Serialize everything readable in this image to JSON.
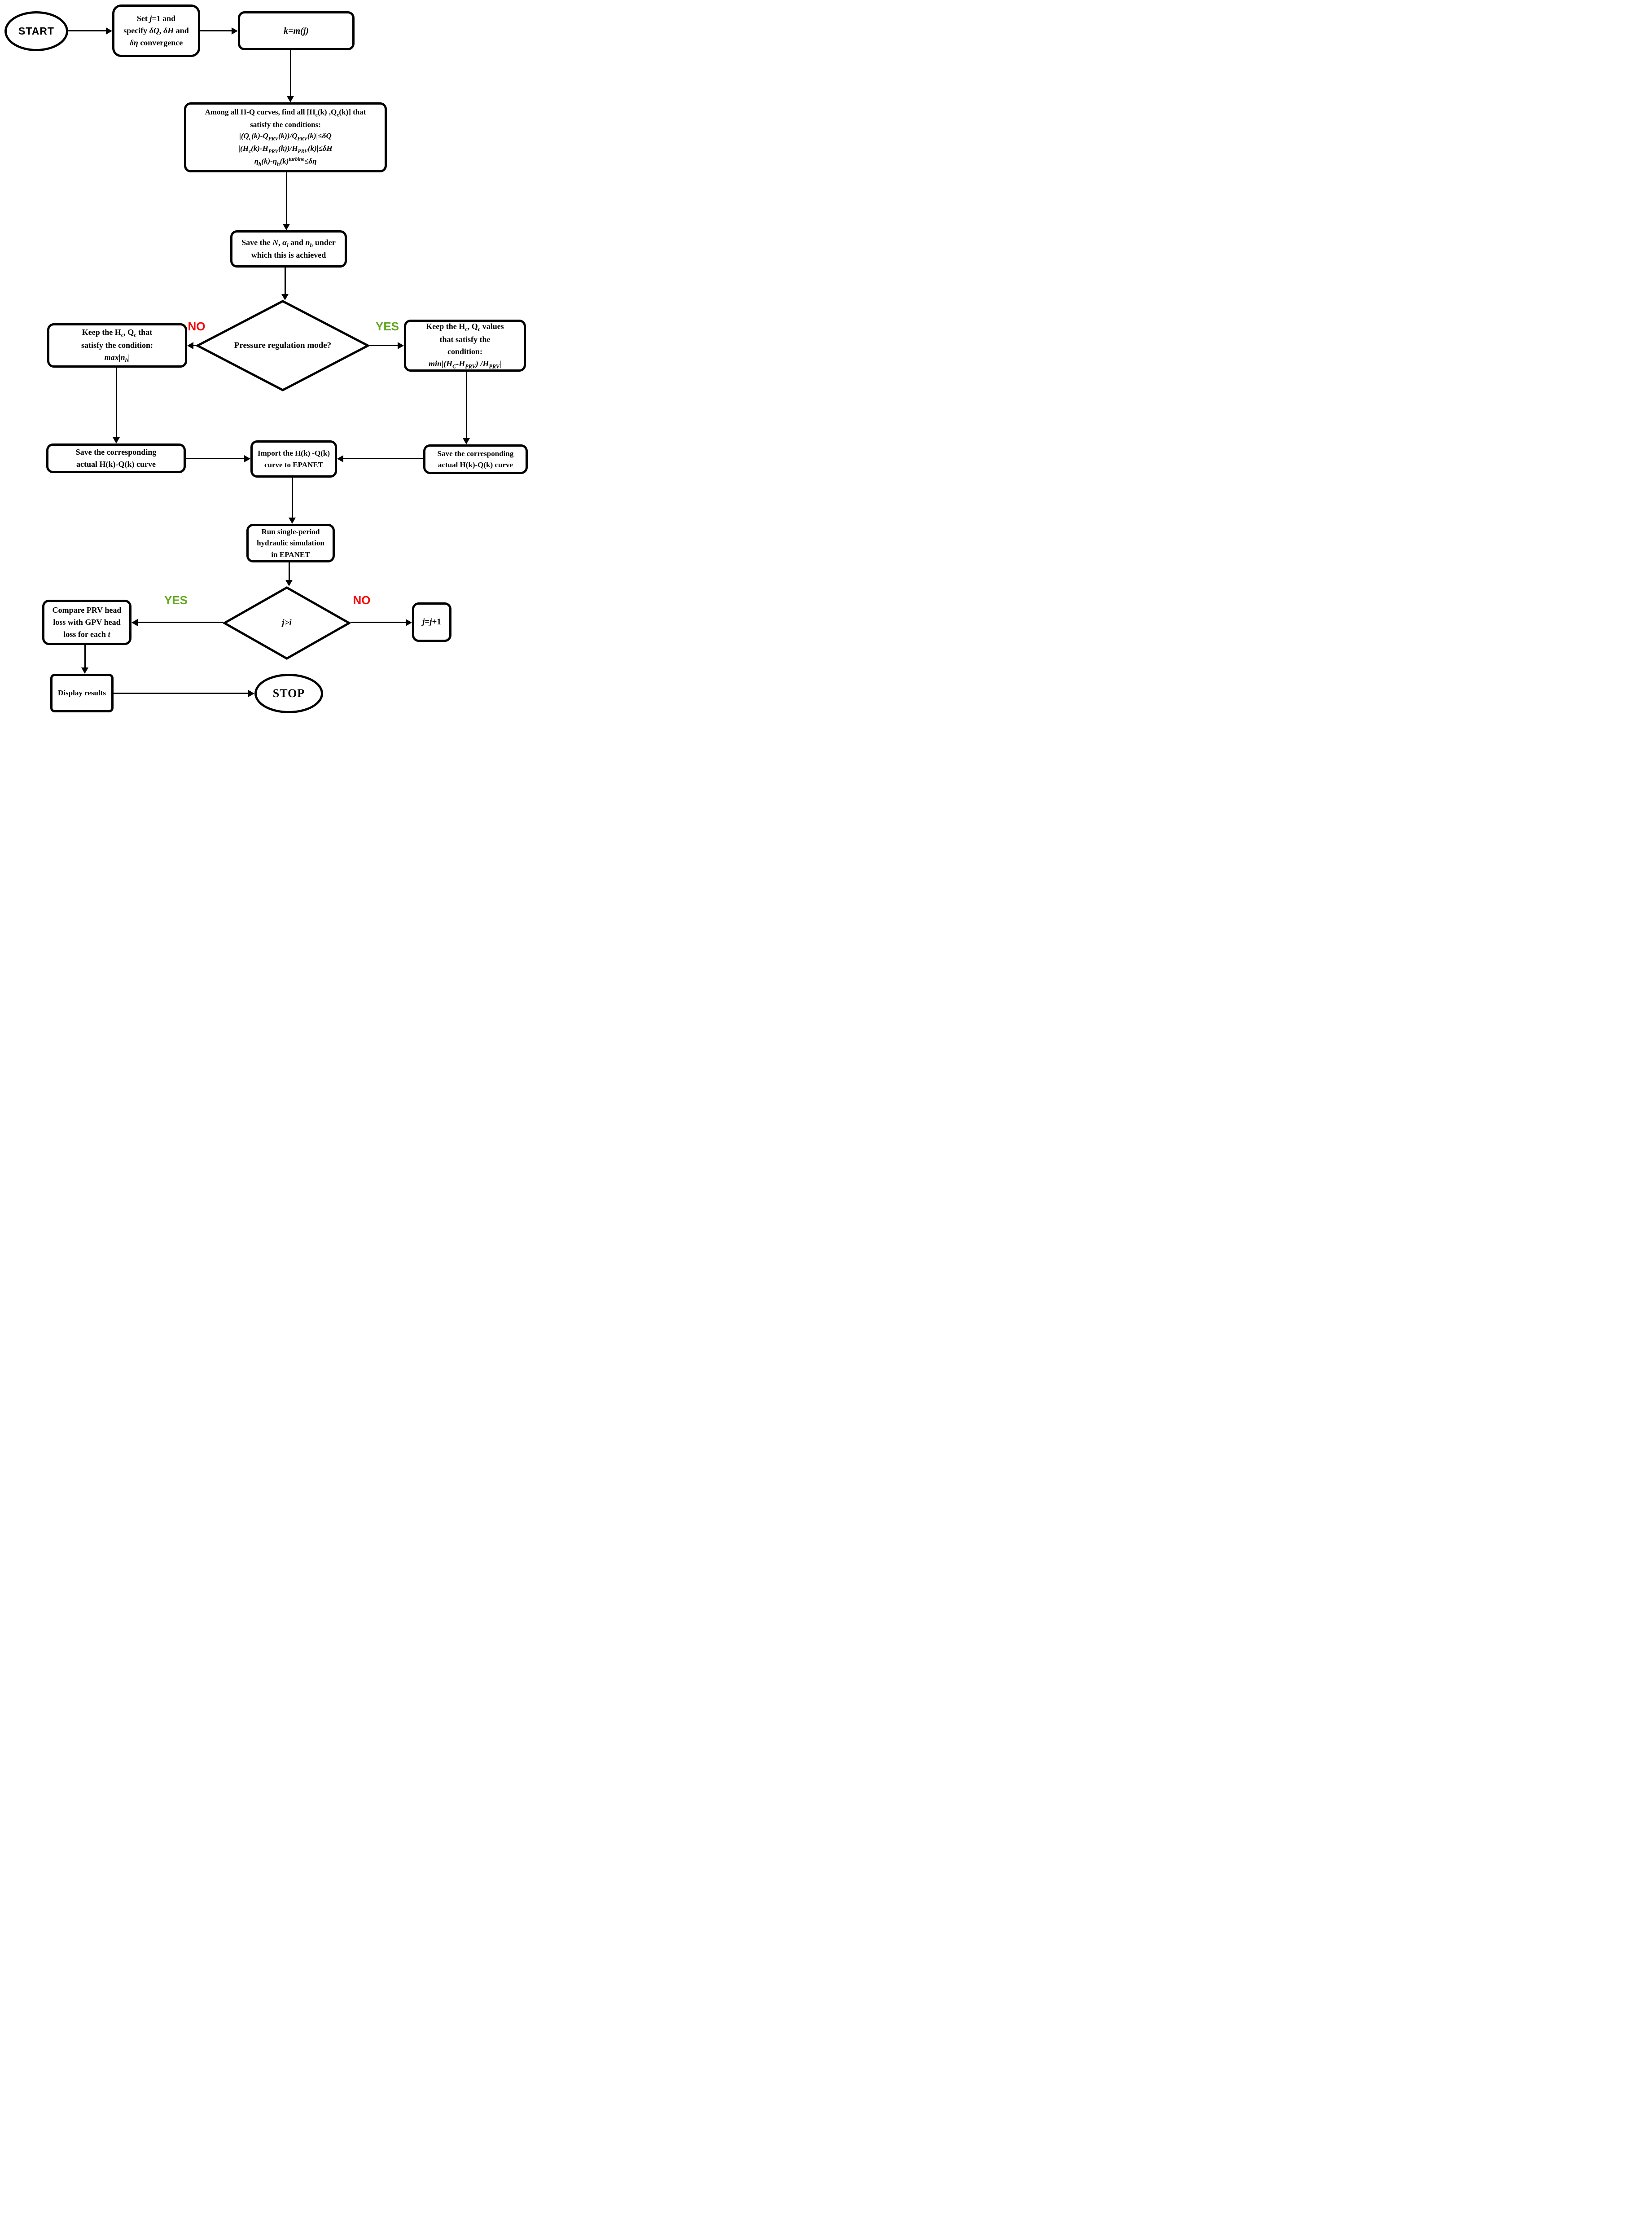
{
  "colors": {
    "line": "#000000",
    "yes": "#63a71f",
    "no": "#f70505",
    "box_fill": "#ffffff",
    "text": "#000000"
  },
  "labels": {
    "yes": "YES",
    "no": "NO"
  },
  "nodes": {
    "start": {
      "label": "START"
    },
    "stop": {
      "label": "STOP"
    },
    "set_j": {
      "rich": [
        [
          {
            "t": "Set "
          },
          {
            "t": "j",
            "s": "i"
          },
          {
            "t": "=1 and"
          }
        ],
        [
          {
            "t": "specify "
          },
          {
            "t": "δQ",
            "s": "i"
          },
          {
            "t": ", "
          },
          {
            "t": "δH",
            "s": "i"
          },
          {
            "t": " and"
          }
        ],
        [
          {
            "t": "δη",
            "s": "i"
          },
          {
            "t": " convergence"
          }
        ]
      ]
    },
    "k_eq_mj": {
      "rich": [
        [
          {
            "t": "k=m(j)",
            "s": "i"
          }
        ]
      ]
    },
    "conditions": {
      "rich": [
        [
          {
            "t": "Among all H-Q curves, find all [H"
          },
          {
            "t": "c",
            "s": "sub"
          },
          {
            "t": "(k) ,Q"
          },
          {
            "t": "c",
            "s": "sub"
          },
          {
            "t": "(k)] that"
          }
        ],
        [
          {
            "t": "satisfy the conditions:"
          }
        ],
        [
          {
            "t": "|(Q",
            "s": "i"
          },
          {
            "t": "c",
            "s": "subi"
          },
          {
            "t": "(k)-Q",
            "s": "i"
          },
          {
            "t": "PRV",
            "s": "subi"
          },
          {
            "t": "(k))/Q",
            "s": "i"
          },
          {
            "t": "PRV",
            "s": "subi"
          },
          {
            "t": "(k)|≤δQ",
            "s": "i"
          }
        ],
        [
          {
            "t": "|(H",
            "s": "i"
          },
          {
            "t": "c",
            "s": "subi"
          },
          {
            "t": "(k)-H",
            "s": "i"
          },
          {
            "t": "PRV",
            "s": "subi"
          },
          {
            "t": "(k))/H",
            "s": "i"
          },
          {
            "t": "PRV",
            "s": "subi"
          },
          {
            "t": "(k)|≤δH",
            "s": "i"
          }
        ],
        [
          {
            "t": "η",
            "s": "i"
          },
          {
            "t": "h",
            "s": "subi"
          },
          {
            "t": "(k)-η",
            "s": "i"
          },
          {
            "t": "h",
            "s": "subi"
          },
          {
            "t": "(k)",
            "s": "i"
          },
          {
            "t": "turbine",
            "s": "supi"
          },
          {
            "t": "≤δη",
            "s": "i"
          }
        ]
      ]
    },
    "save_n": {
      "rich": [
        [
          {
            "t": "Save the "
          },
          {
            "t": "N",
            "s": "i"
          },
          {
            "t": ", "
          },
          {
            "t": "α",
            "s": "i"
          },
          {
            "t": "i",
            "s": "subi"
          },
          {
            "t": " and "
          },
          {
            "t": "n",
            "s": "i"
          },
          {
            "t": "h",
            "s": "subi"
          },
          {
            "t": " under"
          }
        ],
        [
          {
            "t": "which this is achieved"
          }
        ]
      ]
    },
    "pressure_mode": {
      "rich": [
        [
          {
            "t": "Pressure regulation mode?"
          }
        ]
      ]
    },
    "keep_left": {
      "rich": [
        [
          {
            "t": "Keep the H"
          },
          {
            "t": "c",
            "s": "sub"
          },
          {
            "t": ", Q"
          },
          {
            "t": "c",
            "s": "sub"
          },
          {
            "t": " that"
          }
        ],
        [
          {
            "t": "satisfy the condition:"
          }
        ],
        [
          {
            "t": "max|n",
            "s": "i"
          },
          {
            "t": "h",
            "s": "subi"
          },
          {
            "t": "|",
            "s": "i"
          }
        ]
      ]
    },
    "keep_right": {
      "rich": [
        [
          {
            "t": "Keep the H"
          },
          {
            "t": "c",
            "s": "sub"
          },
          {
            "t": ", Q"
          },
          {
            "t": "c",
            "s": "sub"
          },
          {
            "t": " values"
          }
        ],
        [
          {
            "t": "that satisfy the"
          }
        ],
        [
          {
            "t": "condition:"
          }
        ],
        [
          {
            "t": "min|(H",
            "s": "i"
          },
          {
            "t": "C",
            "s": "subi"
          },
          {
            "t": "-H",
            "s": "i"
          },
          {
            "t": "PRV",
            "s": "subi"
          },
          {
            "t": ") /H",
            "s": "i"
          },
          {
            "t": "PRV",
            "s": "subi"
          },
          {
            "t": "|",
            "s": "i"
          }
        ]
      ]
    },
    "save_left": {
      "rich": [
        [
          {
            "t": "Save the corresponding"
          }
        ],
        [
          {
            "t": "actual H(k)-Q(k) curve"
          }
        ]
      ]
    },
    "save_right": {
      "rich": [
        [
          {
            "t": "Save the corresponding"
          }
        ],
        [
          {
            "t": "actual H(k)-Q(k) curve"
          }
        ]
      ]
    },
    "import_epanet": {
      "rich": [
        [
          {
            "t": "Import the H(k) -Q(k)"
          }
        ],
        [
          {
            "t": "curve to EPANET"
          }
        ]
      ]
    },
    "run_sim": {
      "rich": [
        [
          {
            "t": "Run single-period"
          }
        ],
        [
          {
            "t": "hydraulic simulation"
          }
        ],
        [
          {
            "t": "in EPANET"
          }
        ]
      ]
    },
    "j_gt_i": {
      "rich": [
        [
          {
            "t": "j>i",
            "s": "i"
          }
        ]
      ]
    },
    "compare": {
      "rich": [
        [
          {
            "t": "Compare PRV head"
          }
        ],
        [
          {
            "t": "loss with GPV head"
          }
        ],
        [
          {
            "t": "loss for each "
          },
          {
            "t": "t",
            "s": "i"
          }
        ]
      ]
    },
    "j_plus_1": {
      "rich": [
        [
          {
            "t": "j",
            "s": "i"
          },
          {
            "t": "="
          },
          {
            "t": "j",
            "s": "i"
          },
          {
            "t": "+1"
          }
        ]
      ]
    },
    "display_results": {
      "rich": [
        [
          {
            "t": "Display results"
          }
        ]
      ]
    }
  }
}
